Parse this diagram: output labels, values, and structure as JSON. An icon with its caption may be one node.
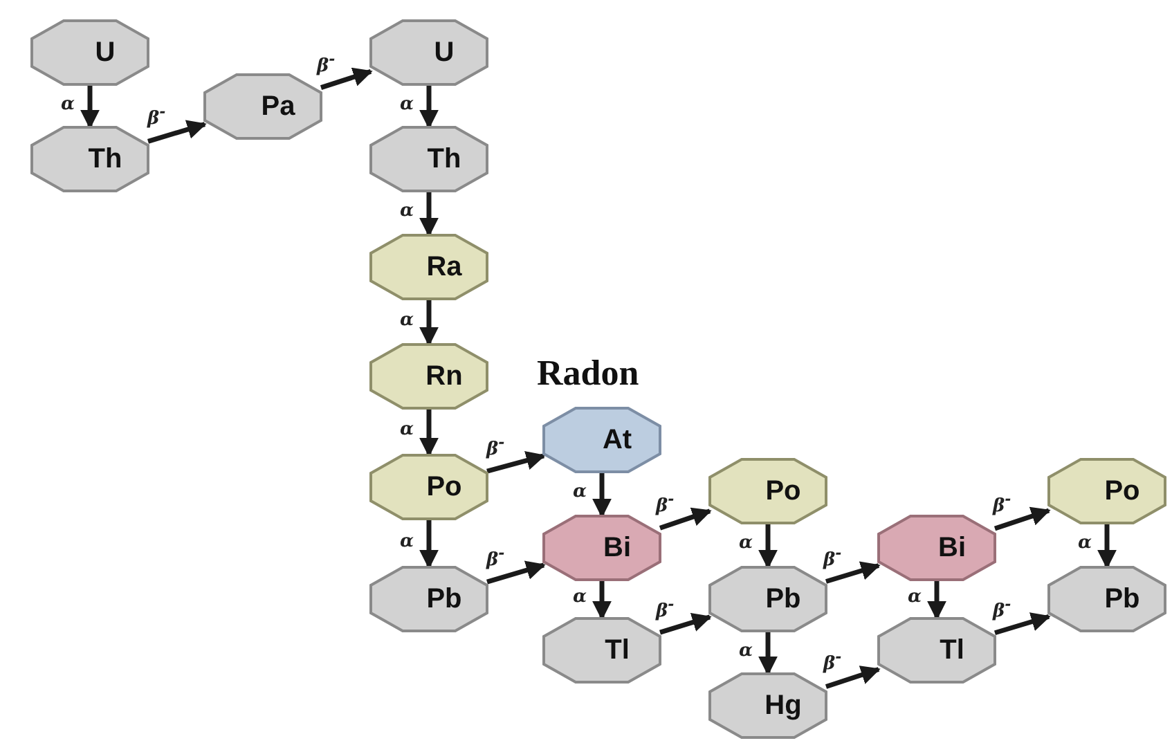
{
  "diagram": {
    "nodes": [
      {
        "text": [
          "U"
        ]
      },
      {
        "text": [
          "Th"
        ]
      },
      {
        "text": [
          "Pa"
        ]
      },
      {
        "text": [
          "U"
        ]
      },
      {
        "text": [
          "Th"
        ]
      },
      {
        "text": [
          "Ra"
        ]
      },
      {
        "text": [
          "Rn"
        ]
      },
      {
        "text": [
          "At"
        ]
      },
      {
        "text": [
          "Po"
        ]
      },
      {
        "text": [
          "Bi"
        ]
      },
      {
        "text": [
          "Pb"
        ]
      },
      {
        "text": [
          "Po"
        ]
      },
      {
        "text": [
          "Tl"
        ]
      },
      {
        "text": [
          "Pb"
        ]
      },
      {
        "text": [
          "Bi"
        ]
      },
      {
        "text": [
          "Hg"
        ]
      },
      {
        "text": [
          "Po"
        ]
      },
      {
        "text": [
          "Tl"
        ]
      },
      {
        "text": [
          "Pb"
        ]
      }
    ],
    "edges": [
      {
        "from": 0,
        "to": 1,
        "arrow": "to",
        "label": "α"
      },
      {
        "from": 1,
        "to": 2,
        "arrow": "to",
        "label": "β$^{-}$"
      },
      {
        "from": 2,
        "to": 3,
        "arrow": "to",
        "label": "β$^{-}$"
      },
      {
        "from": 3,
        "to": 4,
        "arrow": "to",
        "label": "α"
      },
      {
        "from": 4,
        "to": 5,
        "arrow": "to",
        "label": "α"
      },
      {
        "from": 5,
        "to": 6,
        "arrow": "to",
        "label": "α"
      },
      {
        "from": 6,
        "to": 8,
        "arrow": "to",
        "label": "α"
      },
      {
        "from": 8,
        "to": 7,
        "arrow": "to",
        "label": "β$^{-}$"
      },
      {
        "from": 8,
        "to": 10,
        "arrow": "to",
        "label": "α"
      },
      {
        "from": 7,
        "to": 9,
        "arrow": "to",
        "label": "α"
      },
      {
        "from": 10,
        "to": 9,
        "arrow": "to",
        "label": "β$^{-}$"
      },
      {
        "from": 9,
        "to": 11,
        "arrow": "to",
        "label": "β$^{-}$"
      },
      {
        "from": 9,
        "to": 12,
        "arrow": "to",
        "label": "α"
      },
      {
        "from": 12,
        "to": 13,
        "arrow": "to",
        "label": "β$^{-}$"
      },
      {
        "from": 11,
        "to": 13,
        "arrow": "to",
        "label": "α"
      },
      {
        "from": 13,
        "to": 14,
        "arrow": "to",
        "label": "β$^{-}$"
      },
      {
        "from": 13,
        "to": 15,
        "arrow": "to",
        "label": "α"
      },
      {
        "from": 15,
        "to": 17,
        "arrow": "to",
        "label": "β$^{-}$"
      },
      {
        "from": 14,
        "to": 16,
        "arrow": "to",
        "label": "β$^{-}$"
      },
      {
        "from": 14,
        "to": 17,
        "arrow": "to",
        "label": "α"
      },
      {
        "from": 16,
        "to": 18,
        "arrow": "to",
        "label": "α"
      },
      {
        "from": 17,
        "to": 18,
        "arrow": "to",
        "label": "β$^{-}$"
      }
    ],
    "labels": [
      "Radon"
    ]
  }
}
